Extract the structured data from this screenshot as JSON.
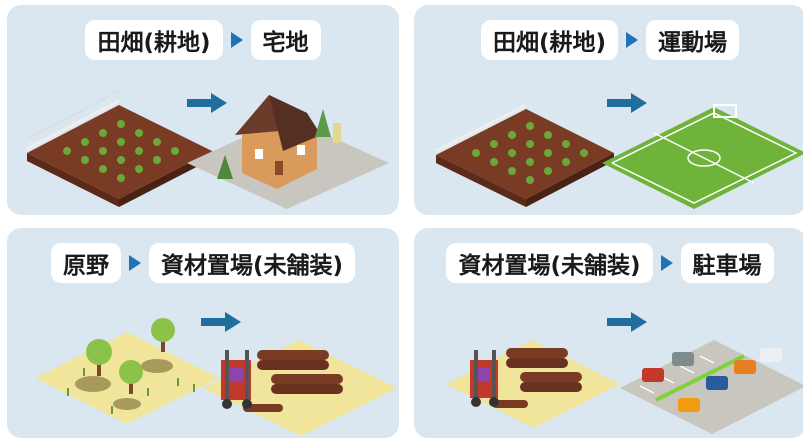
{
  "panels": [
    {
      "from": "田畑(耕地)",
      "to": "宅地"
    },
    {
      "from": "田畑(耕地)",
      "to": "運動場"
    },
    {
      "from": "原野",
      "to": "資材置場(未舗装)"
    },
    {
      "from": "資材置場(未舗装)",
      "to": "駐車場"
    }
  ],
  "icons": {
    "conversion_arrow": "right-arrow-icon",
    "separator": "triangle-right-icon"
  },
  "colors": {
    "card_bg": "#dbe7f0",
    "arrow": "#1f6e9e",
    "soil": "#7a3b24",
    "field_green": "#6fb33a",
    "grass": "#f0e59a"
  }
}
